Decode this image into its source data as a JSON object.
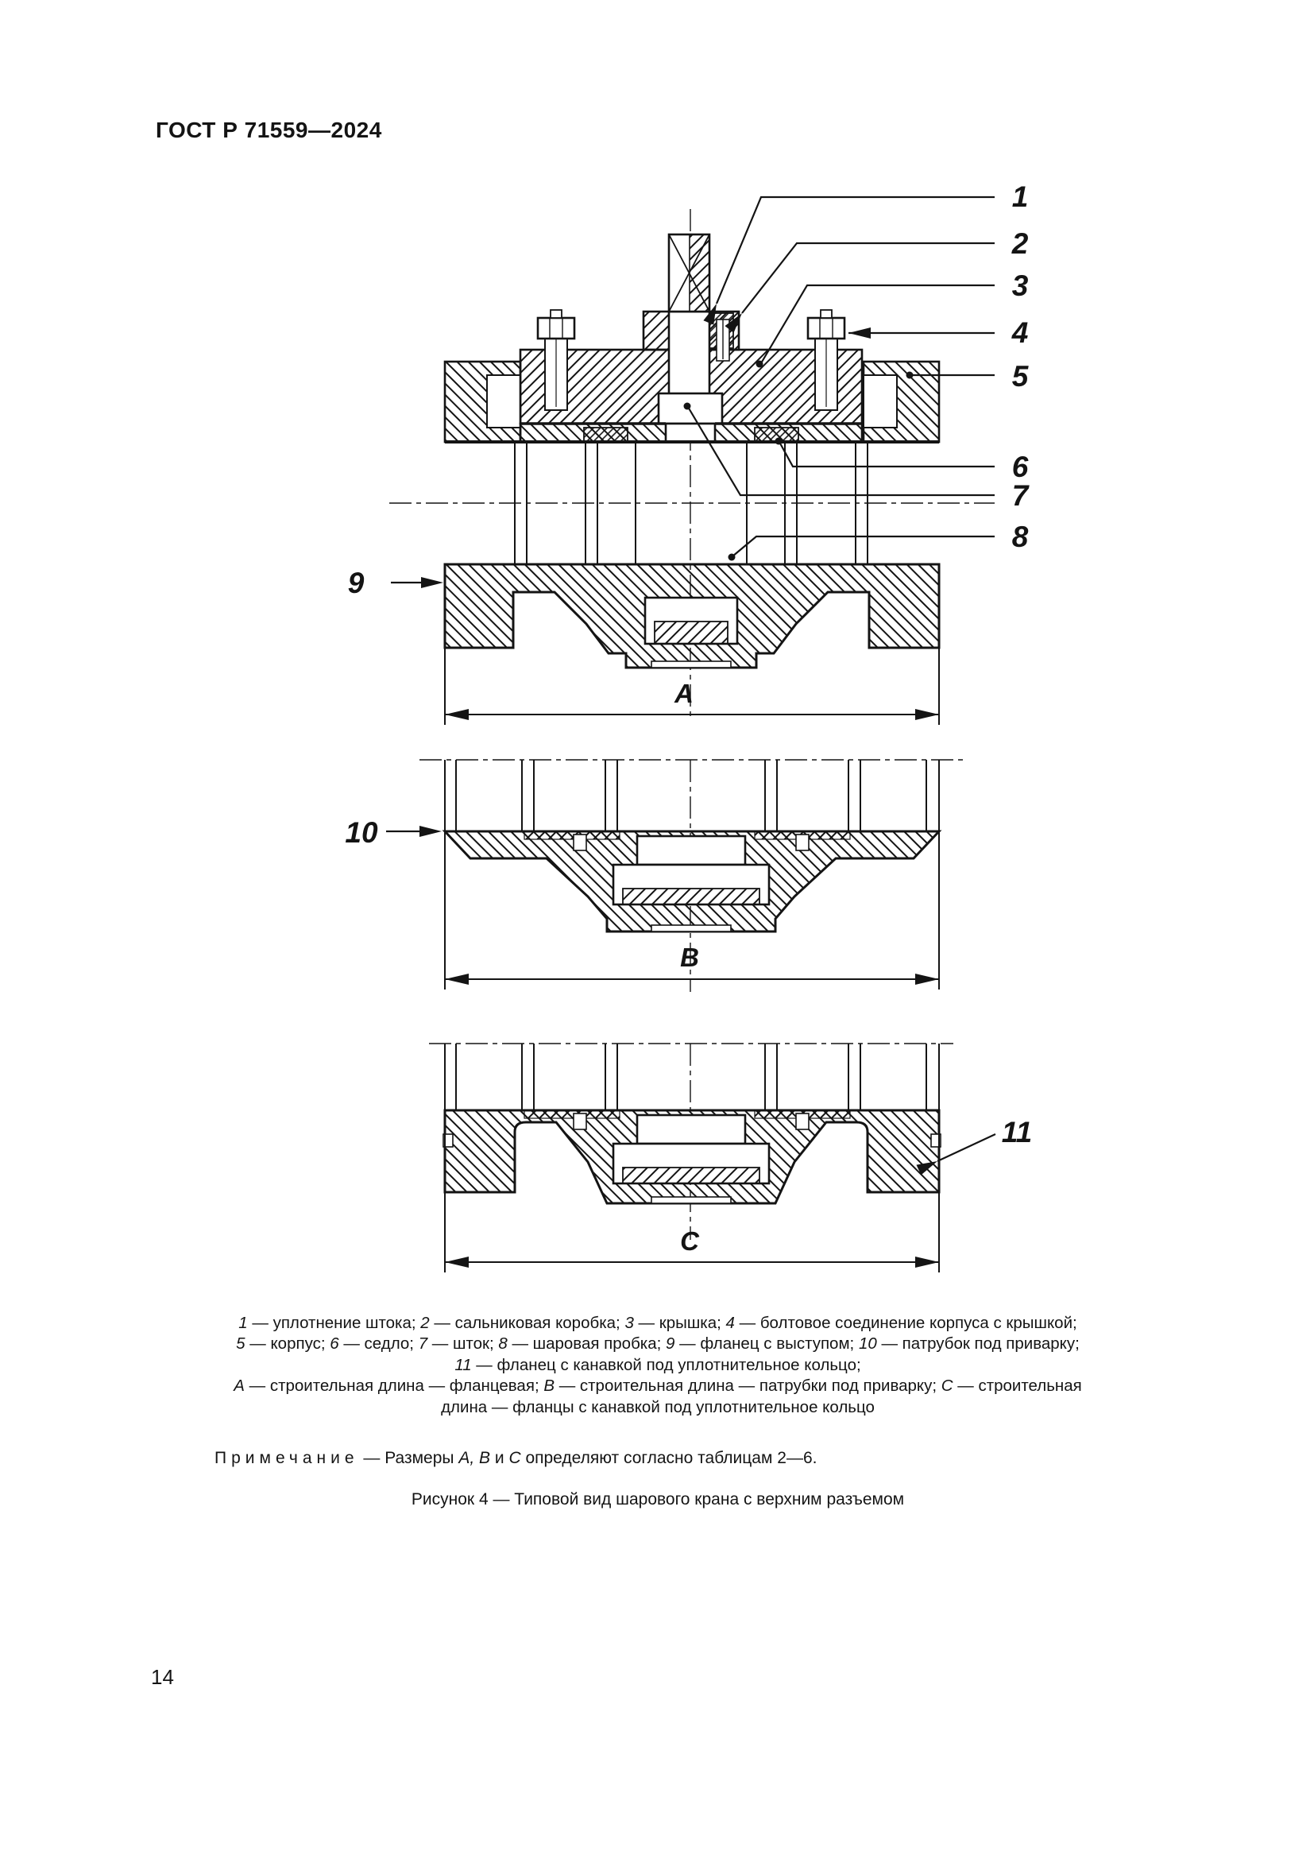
{
  "header": {
    "title": "ГОСТ Р 71559—2024"
  },
  "drawing": {
    "callouts": [
      "1",
      "2",
      "3",
      "4",
      "5",
      "6",
      "7",
      "8",
      "9",
      "10",
      "11"
    ],
    "dim_labels": {
      "A": "А",
      "B": "В",
      "C": "С"
    }
  },
  "caption": {
    "lines": [
      [
        [
          "1",
          "i"
        ],
        [
          " — уплотнение штока; ",
          "n"
        ],
        [
          "2",
          "i"
        ],
        [
          " — сальниковая коробка; ",
          "n"
        ],
        [
          "3",
          "i"
        ],
        [
          " — крышка; ",
          "n"
        ],
        [
          "4",
          "i"
        ],
        [
          " — болтовое соединение корпуса с крышкой;",
          "n"
        ]
      ],
      [
        [
          "5",
          "i"
        ],
        [
          " — корпус; ",
          "n"
        ],
        [
          "6",
          "i"
        ],
        [
          " — седло; ",
          "n"
        ],
        [
          "7",
          "i"
        ],
        [
          " — шток; ",
          "n"
        ],
        [
          "8",
          "i"
        ],
        [
          " — шаровая пробка; ",
          "n"
        ],
        [
          "9",
          "i"
        ],
        [
          " — фланец с выступом; ",
          "n"
        ],
        [
          "10",
          "i"
        ],
        [
          " — патрубок под приварку;",
          "n"
        ]
      ],
      [
        [
          "11",
          "i"
        ],
        [
          " — фланец с канавкой под уплотнительное кольцо;",
          "n"
        ]
      ],
      [
        [
          "А",
          "i"
        ],
        [
          " — строительная длина — фланцевая; ",
          "n"
        ],
        [
          "В",
          "i"
        ],
        [
          " — строительная длина — патрубки под приварку; ",
          "n"
        ],
        [
          "С",
          "i"
        ],
        [
          " — строительная",
          "n"
        ]
      ],
      [
        [
          "длина — фланцы с канавкой под уплотнительное кольцо",
          "n"
        ]
      ]
    ]
  },
  "note": {
    "segments": [
      [
        "Примечание",
        "s"
      ],
      [
        "  —  Размеры ",
        "n"
      ],
      [
        "А, В",
        "i"
      ],
      [
        " и ",
        "n"
      ],
      [
        "С",
        "i"
      ],
      [
        " определяют согласно таблицам 2—6.",
        "n"
      ]
    ]
  },
  "figure_caption": {
    "text": "Рисунок 4 — Типовой вид шарового крана с верхним разъемом"
  },
  "footer": {
    "page_number": "14"
  }
}
